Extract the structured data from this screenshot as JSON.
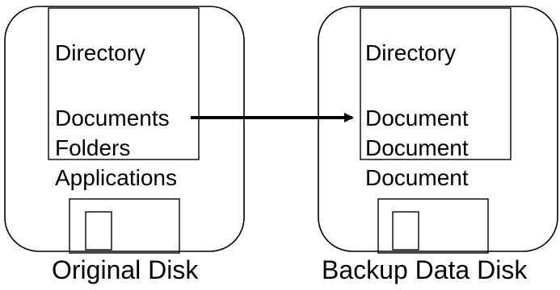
{
  "original_disk": {
    "label_area": [
      "Directory",
      "Documents",
      "Folders"
    ],
    "body_text": "Applications",
    "caption": "Original Disk"
  },
  "backup_disk": {
    "label_area": [
      "Directory",
      "Document",
      "Document"
    ],
    "body_text": "Document",
    "caption": "Backup Data Disk"
  },
  "colors": {
    "ink": "#000000",
    "background": "#ffffff"
  }
}
